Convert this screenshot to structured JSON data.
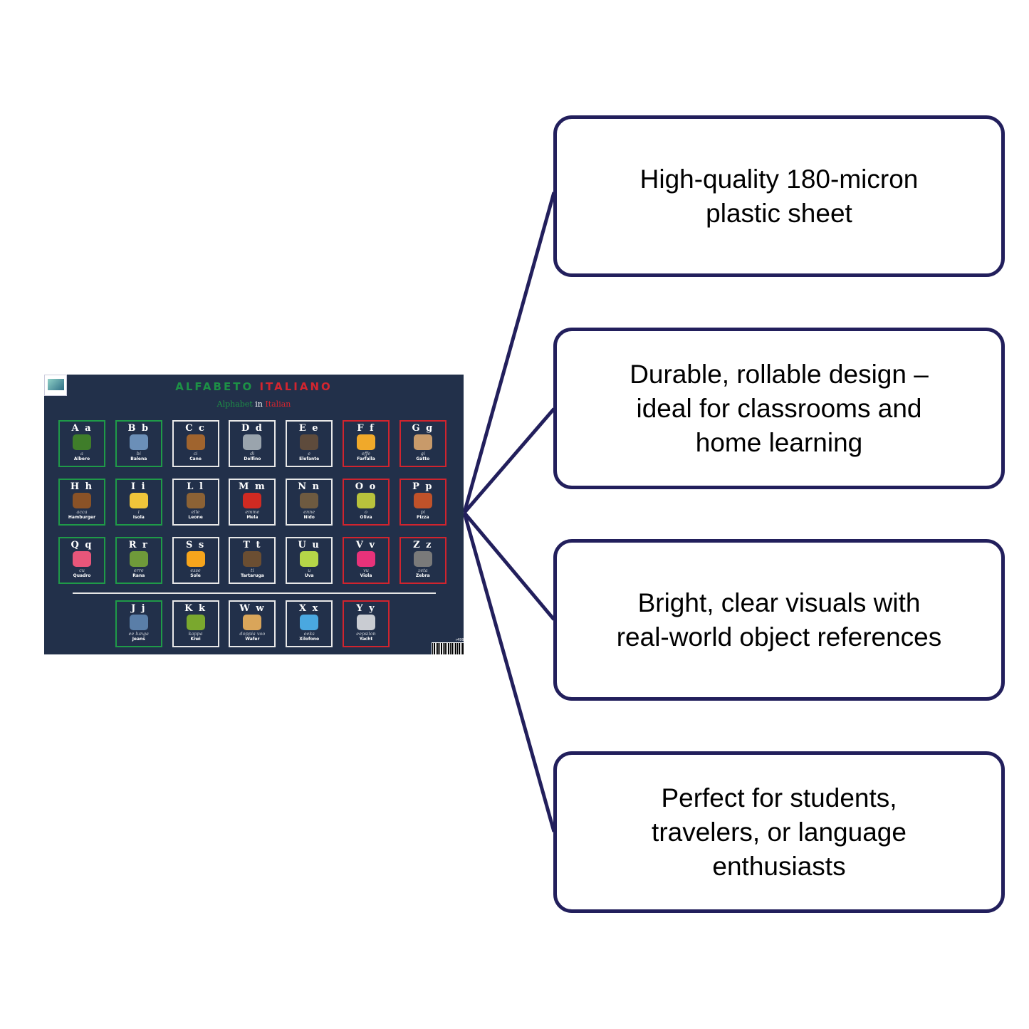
{
  "poster": {
    "title_part1": "ALFABETO",
    "title_part2": "ITALIANO",
    "subtitle_part1": "Alphabet",
    "subtitle_part2": "in",
    "subtitle_part3": "Italian",
    "product_code": "r499",
    "tiles": [
      {
        "letter": "A a",
        "pron": "a",
        "word": "Albero",
        "frame": "green",
        "pic": "#3f7d2a"
      },
      {
        "letter": "B b",
        "pron": "bi",
        "word": "Balena",
        "frame": "green",
        "pic": "#6b8fb8"
      },
      {
        "letter": "C c",
        "pron": "ci",
        "word": "Cane",
        "frame": "white",
        "pic": "#a0642e"
      },
      {
        "letter": "D d",
        "pron": "di",
        "word": "Delfino",
        "frame": "white",
        "pic": "#9aa4ad"
      },
      {
        "letter": "E e",
        "pron": "e",
        "word": "Elefante",
        "frame": "white",
        "pic": "#5e4b3c"
      },
      {
        "letter": "F f",
        "pron": "effe",
        "word": "Farfalla",
        "frame": "red",
        "pic": "#f0a92a"
      },
      {
        "letter": "G g",
        "pron": "gi",
        "word": "Gatto",
        "frame": "red",
        "pic": "#c89a6a"
      },
      {
        "letter": "H h",
        "pron": "acca",
        "word": "Hamburger",
        "frame": "green",
        "pic": "#8a5227"
      },
      {
        "letter": "I i",
        "pron": "i",
        "word": "Isola",
        "frame": "green",
        "pic": "#f0c53a"
      },
      {
        "letter": "L l",
        "pron": "elle",
        "word": "Leone",
        "frame": "white",
        "pic": "#8c6235"
      },
      {
        "letter": "M m",
        "pron": "emme",
        "word": "Mela",
        "frame": "white",
        "pic": "#d02a22"
      },
      {
        "letter": "N n",
        "pron": "enne",
        "word": "Nido",
        "frame": "white",
        "pic": "#6e5a40"
      },
      {
        "letter": "O o",
        "pron": "o",
        "word": "Oliva",
        "frame": "red",
        "pic": "#b8c23c"
      },
      {
        "letter": "P p",
        "pron": "pi",
        "word": "Pizza",
        "frame": "red",
        "pic": "#c0522a"
      },
      {
        "letter": "Q q",
        "pron": "cu",
        "word": "Quadro",
        "frame": "green",
        "pic": "#e8567a"
      },
      {
        "letter": "R r",
        "pron": "erre",
        "word": "Rana",
        "frame": "green",
        "pic": "#6f9a3a"
      },
      {
        "letter": "S s",
        "pron": "esse",
        "word": "Sole",
        "frame": "white",
        "pic": "#f7a51c"
      },
      {
        "letter": "T t",
        "pron": "ti",
        "word": "Tartaruga",
        "frame": "white",
        "pic": "#6b4e32"
      },
      {
        "letter": "U u",
        "pron": "u",
        "word": "Uva",
        "frame": "white",
        "pic": "#b5d648"
      },
      {
        "letter": "V v",
        "pron": "vu",
        "word": "Viola",
        "frame": "red",
        "pic": "#e8327a"
      },
      {
        "letter": "Z z",
        "pron": "zeta",
        "word": "Zebra",
        "frame": "red",
        "pic": "#7a7a7a"
      },
      {
        "letter": "J j",
        "pron": "ee lunga",
        "word": "Jeans",
        "frame": "green",
        "pic": "#5a7ea8"
      },
      {
        "letter": "K k",
        "pron": "kappa",
        "word": "Kiwi",
        "frame": "white",
        "pic": "#7aa82e"
      },
      {
        "letter": "W w",
        "pron": "doppia voo",
        "word": "Wafer",
        "frame": "white",
        "pic": "#d9a55a"
      },
      {
        "letter": "X x",
        "pron": "eeks",
        "word": "Xilofono",
        "frame": "white",
        "pic": "#4aa8e0"
      },
      {
        "letter": "Y y",
        "pron": "eepsilon",
        "word": "Yacht",
        "frame": "red",
        "pic": "#c9ccd2"
      }
    ]
  },
  "features": [
    {
      "text": "High-quality 180-micron plastic sheet"
    },
    {
      "text": "Durable, rollable design – ideal for classrooms and home learning"
    },
    {
      "text": "Bright, clear visuals with real-world object references"
    },
    {
      "text": "Perfect for students, travelers, or language enthusiasts"
    }
  ],
  "colors": {
    "connector": "#221f5c",
    "poster_bg": "#22304a",
    "green": "#1d9146",
    "red": "#d3252f"
  }
}
